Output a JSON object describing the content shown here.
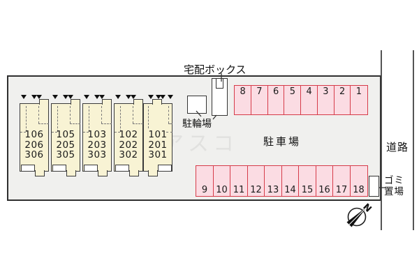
{
  "plan": {
    "delivery_box_label": "宅配ボックス",
    "bicycle_parking_label": "駐輪場",
    "car_parking_label": "駐車場",
    "road_label": "道路",
    "garbage_label_line1": "ゴミ",
    "garbage_label_line2": "置場",
    "north_label": "N",
    "watermark": "アスコ",
    "building_units": [
      {
        "rooms": [
          "106",
          "206",
          "306"
        ]
      },
      {
        "rooms": [
          "105",
          "205",
          "305"
        ]
      },
      {
        "rooms": [
          "103",
          "203",
          "303"
        ]
      },
      {
        "rooms": [
          "102",
          "202",
          "302"
        ]
      },
      {
        "rooms": [
          "101",
          "201",
          "301"
        ]
      }
    ],
    "parking_spaces_top": [
      "8",
      "7",
      "6",
      "5",
      "4",
      "3",
      "2",
      "1"
    ],
    "parking_spaces_bottom": [
      "9",
      "10",
      "11",
      "12",
      "13",
      "14",
      "15",
      "16",
      "17",
      "18"
    ],
    "colors": {
      "site_fill": "#f0f0ee",
      "outline": "#2f2f2f",
      "building_fill": "#f8f3d4",
      "parking_fill": "#fbdce3",
      "parking_border": "#d63b49"
    }
  }
}
